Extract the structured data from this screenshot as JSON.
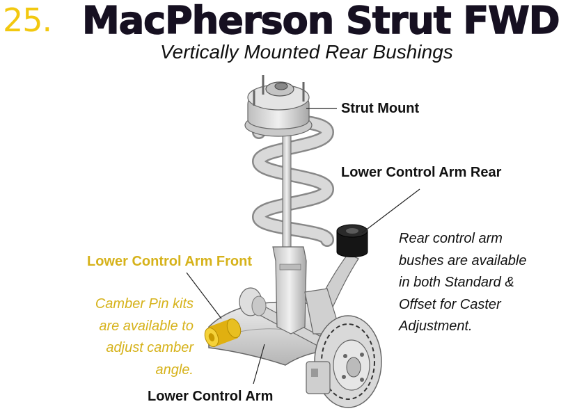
{
  "header": {
    "number": "25.",
    "title": "MacPherson Strut FWD",
    "subtitle": "Vertically Mounted Rear Bushings"
  },
  "labels": {
    "strut_mount": "Strut Mount",
    "lower_control_arm_rear": "Lower Control Arm Rear",
    "lower_control_arm_front": "Lower Control Arm Front",
    "lower_control_arm": "Lower Control Arm"
  },
  "notes": {
    "camber_pin": [
      "Camber Pin kits",
      "are available to",
      "adjust camber",
      "angle."
    ],
    "rear_bush": [
      "Rear control arm",
      "bushes are available",
      "in both Standard &",
      "Offset for Caster",
      "Adjustment."
    ]
  },
  "colors": {
    "accent_yellow": "#f2c80f",
    "label_yellow": "#d6b21a",
    "title_dark": "#161021",
    "text_dark": "#111111",
    "part_grey": "#d8d8d8",
    "part_outline": "#555555",
    "bush_black": "#151515"
  }
}
